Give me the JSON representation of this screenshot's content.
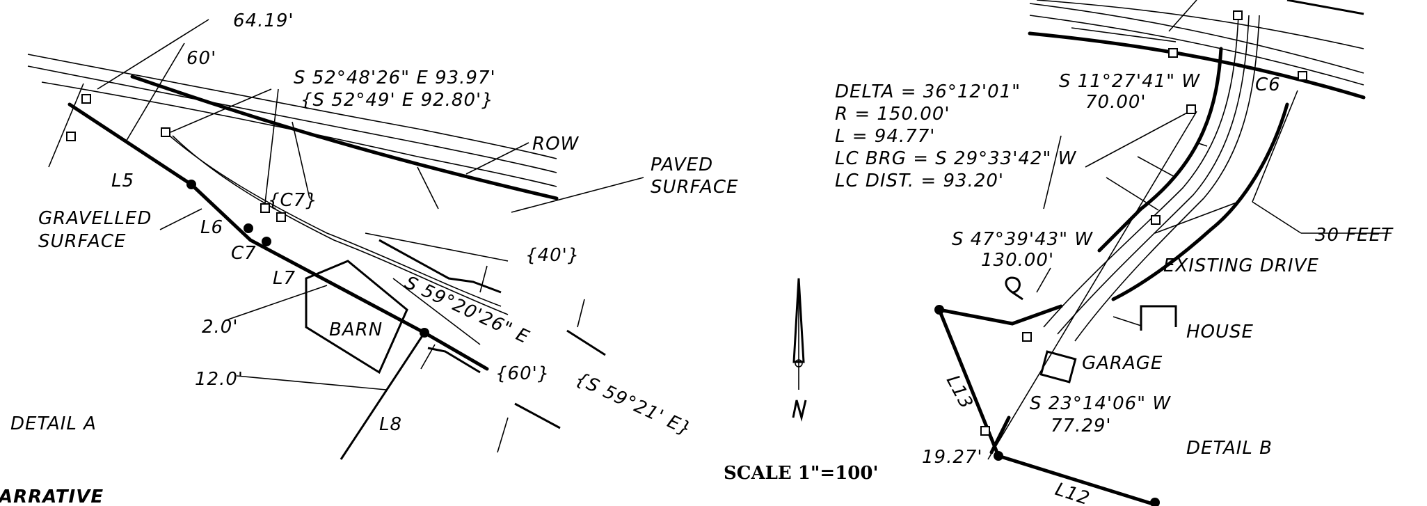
{
  "detail_a": {
    "dim_64_19": "64.19'",
    "dim_60": "60'",
    "bearing_1": "S 52°48'26\" E  93.97'",
    "bearing_1_record": "{S 52°49' E  92.80'}",
    "row": "ROW",
    "paved_1": "PAVED",
    "paved_2": "SURFACE",
    "l5": "L5",
    "l6": "L6",
    "l7": "L7",
    "l8": "L8",
    "c7": "C7",
    "c7_record": "{C7}",
    "gravelled_1": "GRAVELLED",
    "gravelled_2": "SURFACE",
    "dim_40": "{40'}",
    "bearing_2": "S 59°20'26\" E",
    "bearing_2_record": "{S 59°21' E}",
    "dim_60_record": "{60'}",
    "dim_2_0": "2.0'",
    "dim_12_0": "12.0'",
    "barn": "BARN",
    "title": "DETAIL  A"
  },
  "scale": {
    "text": "SCALE  1\"=100'"
  },
  "detail_b": {
    "curve_delta": "DELTA = 36°12'01\"",
    "curve_r": "R = 150.00'",
    "curve_l": "L = 94.77'",
    "curve_lc_brg": "LC BRG = S 29°33'42\"  W",
    "curve_lc_dist": "LC DIST. = 93.20'",
    "bearing_3": "S 11°27'41\"  W",
    "bearing_3_dist": "70.00'",
    "c6": "C6",
    "bearing_4": "S 47°39'43\"  W",
    "bearing_4_dist": "130.00'",
    "dim_30_feet": "30 FEET",
    "existing_drive": "EXISTING DRIVE",
    "house": "HOUSE",
    "garage": "GARAGE",
    "bearing_5": "S 23°14'06\"  W",
    "bearing_5_dist": "77.29'",
    "l13": "L13",
    "l12": "L12",
    "dim_19_27": "19.27'",
    "title": "DETAIL  B"
  },
  "footer": {
    "narrative": "ARRATIVE"
  }
}
